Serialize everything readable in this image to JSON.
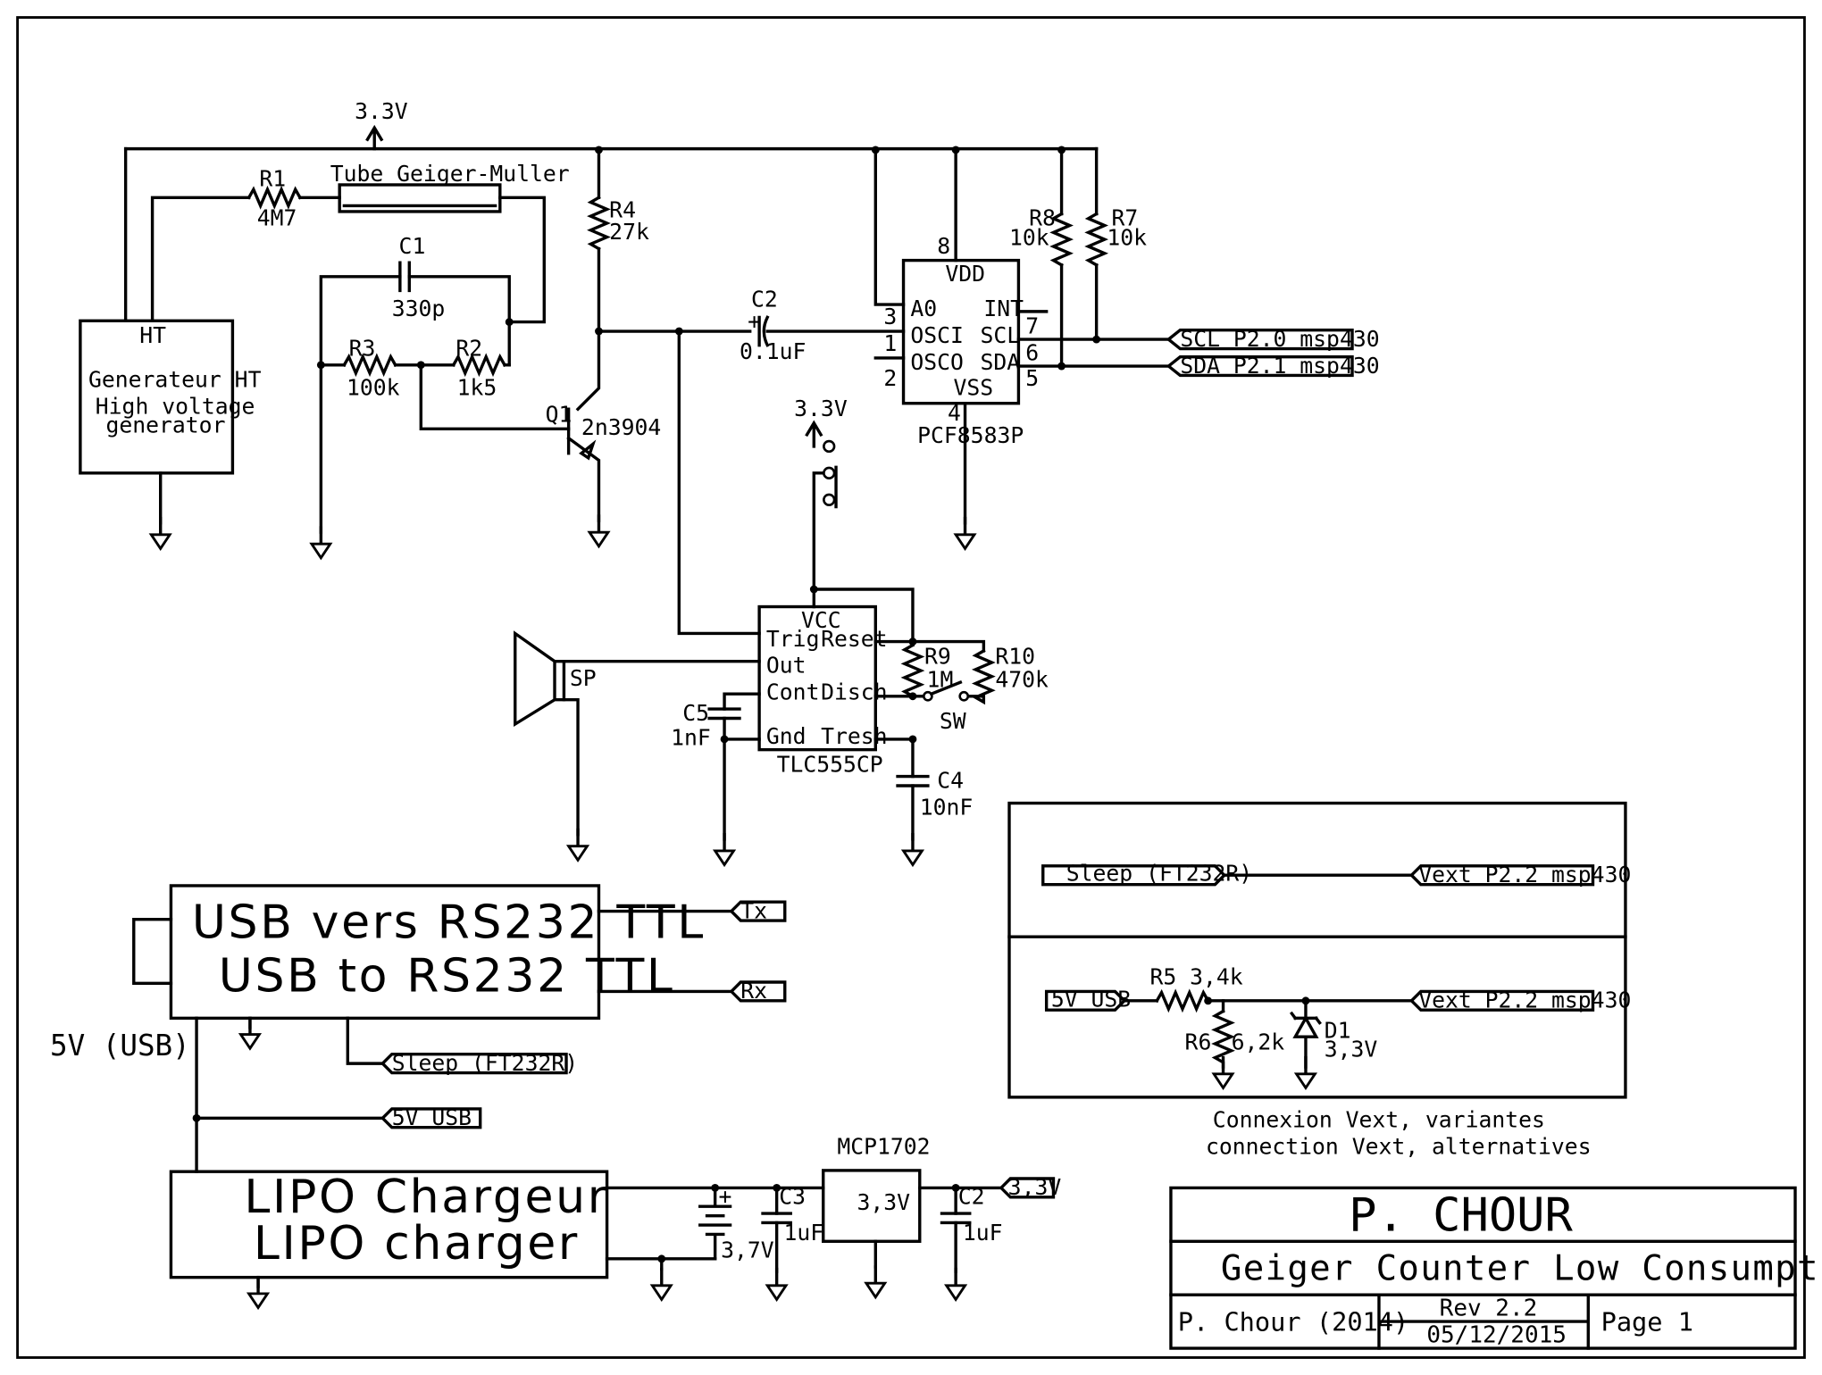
{
  "rail": {
    "v33_top": "3.3V",
    "v33_timer": "3.3V"
  },
  "ht": {
    "title": "HT",
    "line1": "Generateur HT",
    "line2": "High voltage",
    "line3": "generator"
  },
  "tube": {
    "label": "Tube Geiger-Muller"
  },
  "components": {
    "r1": {
      "ref": "R1",
      "value": "4M7"
    },
    "c1": {
      "ref": "C1",
      "value": "330p"
    },
    "r3": {
      "ref": "R3",
      "value": "100k"
    },
    "r2": {
      "ref": "R2",
      "value": "1k5"
    },
    "r4": {
      "ref": "R4",
      "value": "27k"
    },
    "q1": {
      "ref": "Q1",
      "value": "2n3904"
    },
    "c2": {
      "ref": "C2",
      "value": "0.1uF"
    },
    "r8": {
      "ref": "R8",
      "value": "10k"
    },
    "r7": {
      "ref": "R7",
      "value": "10k"
    },
    "r9": {
      "ref": "R9",
      "value": "1M"
    },
    "r10": {
      "ref": "R10",
      "value": "470k"
    },
    "c5": {
      "ref": "C5",
      "value": "1nF"
    },
    "c4": {
      "ref": "C4",
      "value": "10nF"
    },
    "sp": {
      "ref": "SP"
    },
    "sw": {
      "ref": "SW"
    }
  },
  "pcf": {
    "name": "PCF8583P",
    "vdd": "VDD",
    "a0": "A0",
    "osci": "OSCI",
    "osco": "OSCO",
    "int": "INT",
    "scl": "SCL",
    "sda": "SDA",
    "vss": "VSS",
    "pin8": "8",
    "pin3": "3",
    "pin1": "1",
    "pin2": "2",
    "pin7": "7",
    "pin6": "6",
    "pin5": "5",
    "pin4": "4"
  },
  "nets": {
    "scl": "SCL P2.0 msp430",
    "sda": "SDA P2.1 msp430",
    "tx": "Tx",
    "rx": "Rx",
    "sleep": "Sleep (FT232R)",
    "v5usb": "5V USB",
    "v33out": "3,3V"
  },
  "tlc": {
    "name": "TLC555CP",
    "vcc": "VCC",
    "trig": "Trig",
    "reset": "Reset",
    "out": "Out",
    "cont": "Cont",
    "disch": "Disch",
    "gnd": "Gnd",
    "tresh": "Tresh"
  },
  "usb": {
    "line1": "USB vers RS232 TTL",
    "line2": "USB to RS232 TTL",
    "supply": "5V (USB)"
  },
  "lipo": {
    "line1": "LIPO Chargeur",
    "line2": "LIPO charger",
    "battery": "3,7V"
  },
  "regulator": {
    "name": "MCP1702",
    "value": "3,3V",
    "c3_ref": "C3",
    "c3_value": "1uF",
    "c2_ref": "C2",
    "c2_value": "1uF"
  },
  "vext": {
    "sleep": "Sleep (FT232R)",
    "vext1": "Vext P2.2 msp430",
    "v5usb": "5V USB",
    "vext2": "Vext P2.2 msp430",
    "r5": "R5 3,4k",
    "r6_ref": "R6",
    "r6_value": "6,2k",
    "d1_ref": "D1",
    "d1_value": "3,3V",
    "caption1": "Connexion Vext, variantes",
    "caption2": "connection Vext, alternatives"
  },
  "titleblock": {
    "author_big": "P. CHOUR",
    "title": "Geiger Counter Low Consumption",
    "author": "P. Chour (2014)",
    "rev": "Rev 2.2",
    "date": "05/12/2015",
    "page": "Page 1"
  }
}
